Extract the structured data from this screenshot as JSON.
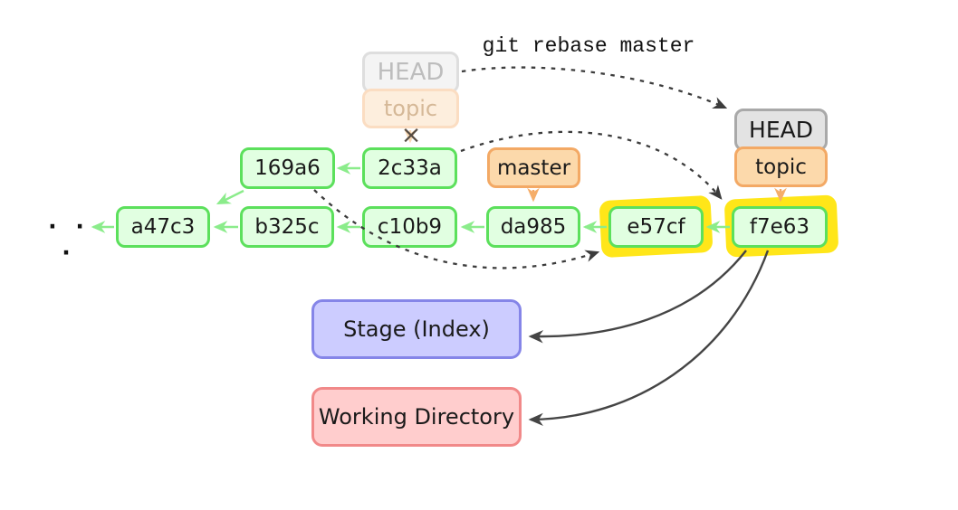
{
  "command_label": "git rebase master",
  "detached_marker": "×",
  "ellipsis": "· · ·",
  "old_head_pointer": {
    "head_label": "HEAD",
    "branch_label": "topic"
  },
  "new_head_pointer": {
    "head_label": "HEAD",
    "branch_label": "topic"
  },
  "master_pointer": {
    "branch_label": "master"
  },
  "topic_commits": [
    {
      "id": "169a6"
    },
    {
      "id": "2c33a"
    }
  ],
  "main_commits": [
    {
      "id": "a47c3"
    },
    {
      "id": "b325c"
    },
    {
      "id": "c10b9"
    },
    {
      "id": "da985"
    },
    {
      "id": "e57cf",
      "highlighted": true
    },
    {
      "id": "f7e63",
      "highlighted": true
    }
  ],
  "stage_box": {
    "label": "Stage (Index)"
  },
  "working_box": {
    "label": "Working Directory"
  },
  "colors": {
    "commit_border": "#5ce05c",
    "commit_fill": "#e1ffe1",
    "arrow_green": "#8bec8b",
    "orange_border": "#f3a965",
    "orange_fill": "#fcd9ab",
    "gray_border": "#a9a9a9",
    "gray_fill": "#e3e3e3",
    "highlight_yellow": "#ffe619",
    "stage_border": "#8585e8",
    "stage_fill": "#ccccff",
    "working_border": "#f18989",
    "working_fill": "#ffcdcd",
    "dark_arrow": "#454545"
  }
}
